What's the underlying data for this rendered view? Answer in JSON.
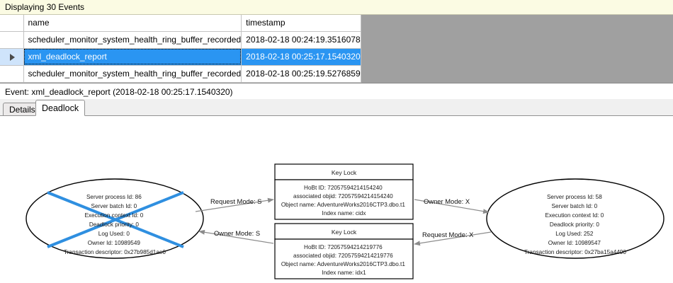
{
  "header": {
    "status_text": "Displaying 30 Events"
  },
  "grid": {
    "columns": [
      "",
      "name",
      "timestamp"
    ],
    "rows": [
      {
        "selector": "",
        "name": "scheduler_monitor_system_health_ring_buffer_recorded",
        "timestamp": "2018-02-18 00:24:19.3516078",
        "selected": false
      },
      {
        "selector": "row-selector-arrow",
        "name": "xml_deadlock_report",
        "timestamp": "2018-02-18 00:25:17.1540320",
        "selected": true
      },
      {
        "selector": "",
        "name": "scheduler_monitor_system_health_ring_buffer_recorded",
        "timestamp": "2018-02-18 00:25:19.5276859",
        "selected": false
      }
    ]
  },
  "event_label": "Event: xml_deadlock_report (2018-02-18 00:25:17.1540320)",
  "tabs": [
    {
      "label": "Details",
      "active": false
    },
    {
      "label": "Deadlock",
      "active": true
    }
  ],
  "deadlock_graph": {
    "victim_marker_color": "#2f8fe0",
    "processes": [
      {
        "id": "process-left",
        "is_victim": true,
        "lines": [
          "Server process Id: 86",
          "Server batch Id: 0",
          "Execution context Id: 0",
          "Deadlock priority: 0",
          "Log Used: 0",
          "Owner Id: 10989549",
          "Transaction descriptor: 0x27b985d1ae0"
        ]
      },
      {
        "id": "process-right",
        "is_victim": false,
        "lines": [
          "Server process Id: 58",
          "Server batch Id: 0",
          "Execution context Id: 0",
          "Deadlock priority: 0",
          "Log Used: 252",
          "Owner Id: 10989547",
          "Transaction descriptor: 0x27ba15a4490"
        ]
      }
    ],
    "resources": [
      {
        "id": "key-lock-top",
        "title": "Key Lock",
        "lines": [
          "HoBt ID: 72057594214154240",
          "associated objid: 72057594214154240",
          "Object name: AdventureWorks2016CTP3.dbo.t1",
          "Index name: cidx"
        ]
      },
      {
        "id": "key-lock-bottom",
        "title": "Key Lock",
        "lines": [
          "HoBt ID: 72057594214219776",
          "associated objid: 72057594214219776",
          "Object name: AdventureWorks2016CTP3.dbo.t1",
          "Index name: idx1"
        ]
      }
    ],
    "edges": [
      {
        "id": "edge-left-request",
        "label": "Request Mode: S",
        "direction": "right"
      },
      {
        "id": "edge-left-owner",
        "label": "Owner Mode: S",
        "direction": "left"
      },
      {
        "id": "edge-right-owner",
        "label": "Owner Mode: X",
        "direction": "right"
      },
      {
        "id": "edge-right-request",
        "label": "Request Mode: X",
        "direction": "left"
      }
    ]
  }
}
